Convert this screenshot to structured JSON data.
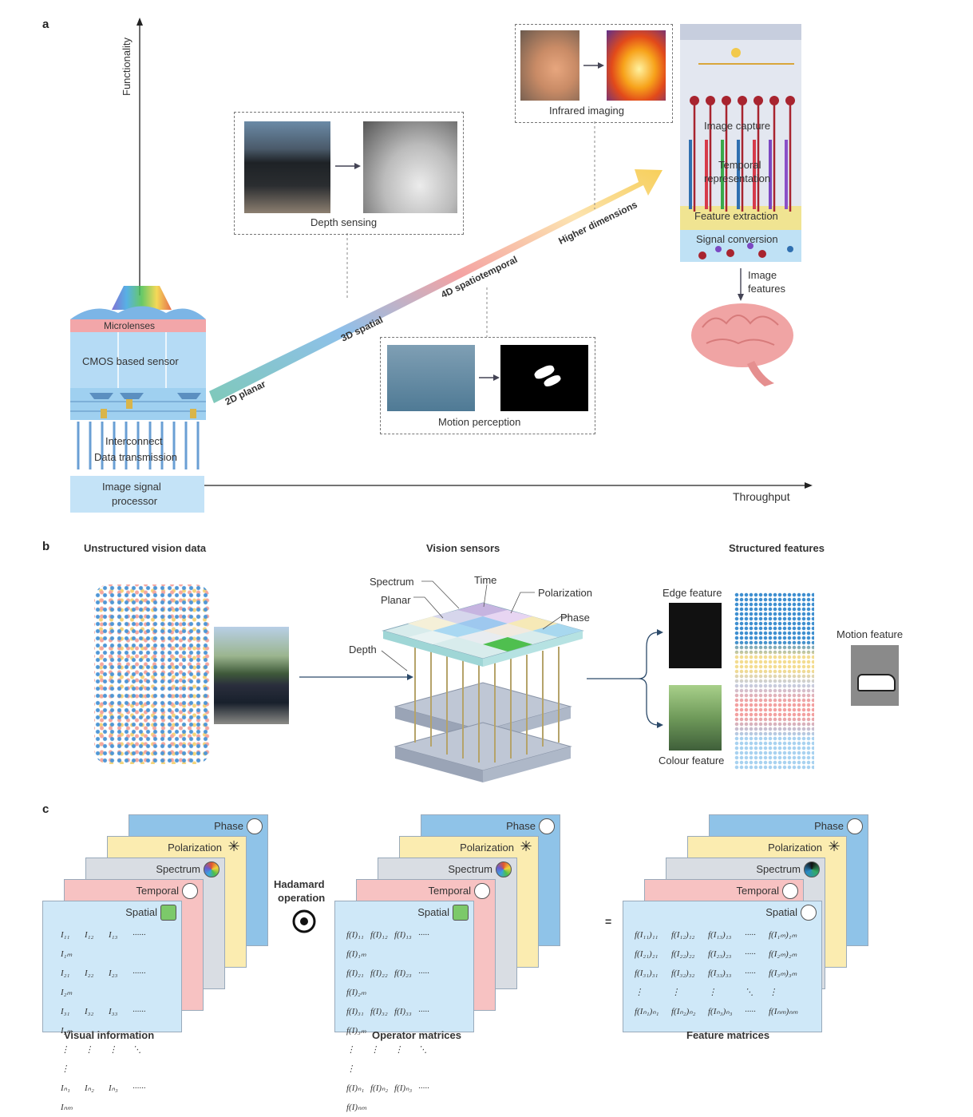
{
  "panel_a": {
    "letter": "a",
    "y_axis": "Functionality",
    "x_axis": "Throughput",
    "sensor": {
      "microlenses": "Microlenses",
      "cmos": "CMOS based sensor",
      "interconnect": "Interconnect",
      "data_transmission": "Data transmission",
      "isp_line1": "Image signal",
      "isp_line2": "processor"
    },
    "stages": [
      "2D planar",
      "3D spatial",
      "4D spatiotemporal",
      "Higher dimensions"
    ],
    "examples": {
      "depth": "Depth sensing",
      "motion": "Motion perception",
      "infrared": "Infrared imaging"
    },
    "retina": {
      "capture": "Image capture",
      "temporal_line1": "Temporal",
      "temporal_line2": "representation",
      "feature": "Feature extraction",
      "signal": "Signal conversion",
      "output_line1": "Image",
      "output_line2": "features"
    }
  },
  "panel_b": {
    "letter": "b",
    "unstructured": "Unstructured vision data",
    "sensors": "Vision sensors",
    "structured": "Structured features",
    "layers": {
      "spectrum": "Spectrum",
      "time": "Time",
      "polarization": "Polarization",
      "planar": "Planar",
      "phase": "Phase",
      "depth": "Depth"
    },
    "features": {
      "edge": "Edge feature",
      "colour": "Colour feature",
      "motion": "Motion feature"
    }
  },
  "panel_c": {
    "letter": "c",
    "layers": [
      "Phase",
      "Polarization",
      "Spectrum",
      "Temporal",
      "Spatial"
    ],
    "hadamard_line1": "Hadamard",
    "hadamard_line2": "operation",
    "equals": "=",
    "captions": [
      "Visual information",
      "Operator matrices",
      "Feature matrices"
    ]
  },
  "colors": {
    "phase": "#8fc3e8",
    "polarization": "#fbecb0",
    "spectrum": "#d9dde3",
    "temporal": "#f7c2c2",
    "spatial": "#cfe8f8",
    "arrow_start": "#9fd8d0",
    "arrow_end": "#f8d060"
  }
}
